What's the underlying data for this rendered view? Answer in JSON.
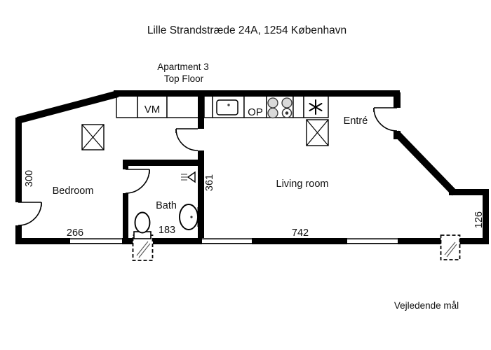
{
  "header": {
    "title": "Lille Strandstræde 24A, 1254 København",
    "apartment": "Apartment 3",
    "floor": "Top Floor"
  },
  "rooms": {
    "bedroom": "Bedroom",
    "bath": "Bath",
    "living": "Living room",
    "entry": "Entré"
  },
  "appliances": {
    "washing_machine": "VM",
    "oven": "OP",
    "freezer_icon": "✳"
  },
  "dimensions": {
    "bedroom_depth": "300",
    "bedroom_width": "266",
    "bath_width": "183",
    "bath_depth": "361",
    "living_width": "742",
    "entry_side": "126"
  },
  "footer": {
    "note": "Vejledende mål"
  },
  "colors": {
    "wall": "#000000",
    "background": "#ffffff",
    "burner_fill": "#d9d9d9"
  }
}
